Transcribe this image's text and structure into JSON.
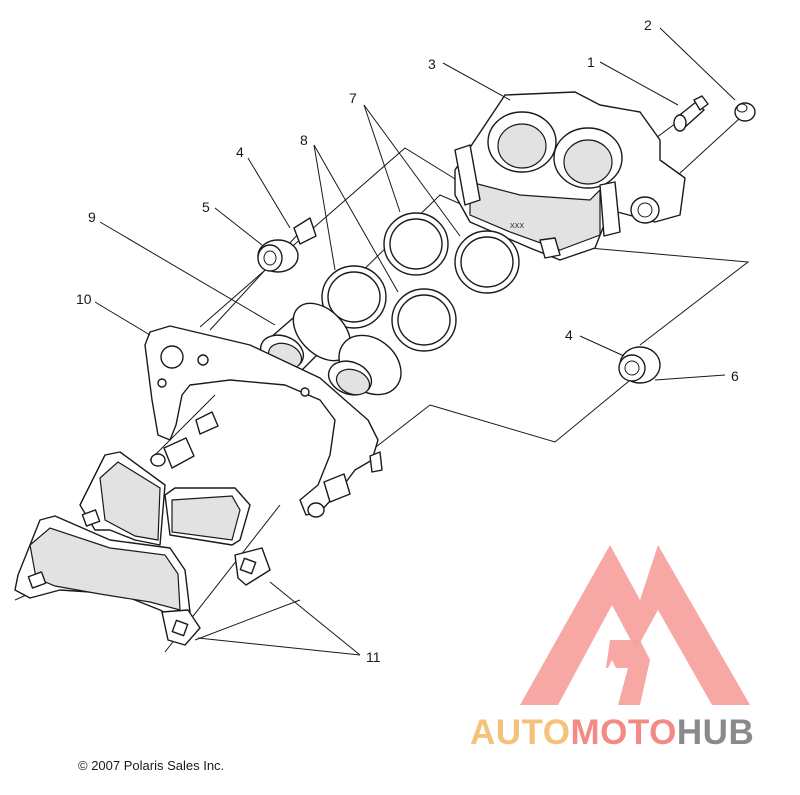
{
  "callouts": [
    {
      "id": "1",
      "label": "1"
    },
    {
      "id": "2",
      "label": "2"
    },
    {
      "id": "3",
      "label": "3"
    },
    {
      "id": "4a",
      "label": "4"
    },
    {
      "id": "4b",
      "label": "4"
    },
    {
      "id": "5",
      "label": "5"
    },
    {
      "id": "6",
      "label": "6"
    },
    {
      "id": "7",
      "label": "7"
    },
    {
      "id": "8",
      "label": "8"
    },
    {
      "id": "9",
      "label": "9"
    },
    {
      "id": "10",
      "label": "10"
    },
    {
      "id": "11",
      "label": "11"
    }
  ],
  "caliper_marking": "XXX",
  "watermark": {
    "part1": "AUTO",
    "part2": "MOTO",
    "part3": "HUB",
    "color1": "#f6c27a",
    "color2": "#f48a84",
    "color3": "#8a8a8a",
    "logo_color": "#f7a3a0"
  },
  "copyright": "© 2007 Polaris Sales Inc."
}
